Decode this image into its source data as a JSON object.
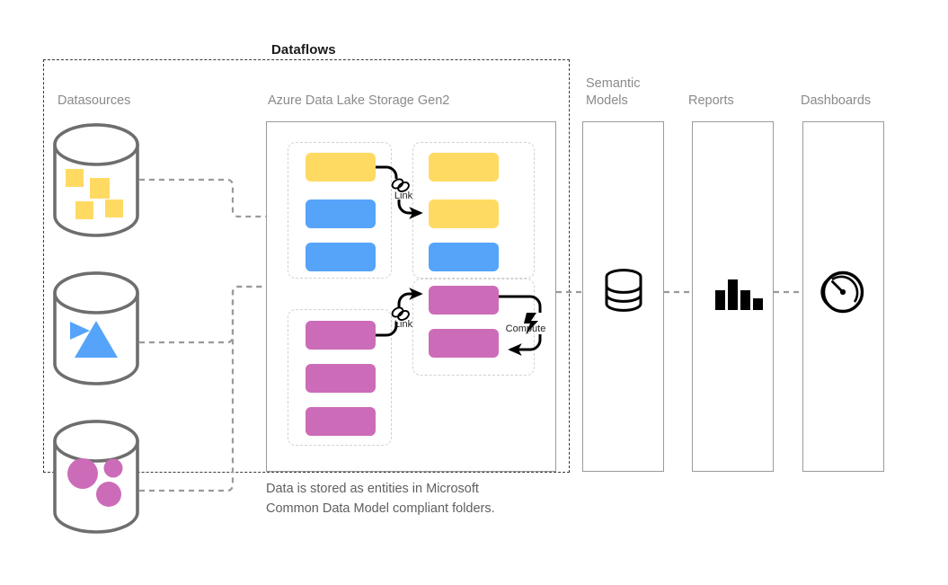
{
  "diagram": {
    "title": "Dataflows",
    "caption": "Data is stored as entities in Microsoft\nCommon Data Model compliant folders.",
    "columns": [
      {
        "id": "datasources",
        "label": "Datasources"
      },
      {
        "id": "adls",
        "label": "Azure Data Lake Storage Gen2"
      },
      {
        "id": "semantic",
        "label": "Semantic\nModels"
      },
      {
        "id": "reports",
        "label": "Reports"
      },
      {
        "id": "dashboards",
        "label": "Dashboards"
      }
    ],
    "colors": {
      "yellow": "#FFDA63",
      "blue": "#55A4FA",
      "magenta": "#CC6CB8",
      "outline_gray": "#6E6E6E",
      "panel_border": "#9a9a9a",
      "dashed_gray": "#9a9a9a",
      "group_dash": "#d2d2d2",
      "heading_gray": "#8a8a8a",
      "ink": "#000000"
    },
    "datasources": [
      {
        "id": "ds-squares",
        "icon": "cylinder-database-icon",
        "content": "yellow-squares",
        "color": "#FFDA63"
      },
      {
        "id": "ds-triangles",
        "icon": "cylinder-database-icon",
        "content": "blue-triangles",
        "color": "#55A4FA"
      },
      {
        "id": "ds-circles",
        "icon": "cylinder-database-icon",
        "content": "magenta-circles",
        "color": "#CC6CB8"
      }
    ],
    "lake": {
      "groups": [
        {
          "id": "group-source-top",
          "entities": [
            "yellow",
            "blue",
            "blue"
          ]
        },
        {
          "id": "group-linked-top",
          "entities": [
            "yellow",
            "yellow",
            "blue"
          ]
        },
        {
          "id": "group-source-bottom",
          "entities": [
            "magenta",
            "magenta",
            "magenta"
          ]
        },
        {
          "id": "group-linked-bottom",
          "entities": [
            "magenta",
            "magenta"
          ]
        }
      ]
    },
    "connectors": [
      {
        "id": "link-top",
        "label": "Link",
        "icon": "link-chain-icon"
      },
      {
        "id": "link-bottom",
        "label": "Link",
        "icon": "link-chain-icon"
      },
      {
        "id": "compute",
        "label": "Compute",
        "icon": "lightning-bolt-icon"
      }
    ],
    "outputs": [
      {
        "id": "semantic-models",
        "icon": "database-stack-icon"
      },
      {
        "id": "reports",
        "icon": "bar-chart-icon",
        "bars": [
          22,
          34,
          22,
          13
        ]
      },
      {
        "id": "dashboards",
        "icon": "gauge-icon"
      }
    ]
  }
}
